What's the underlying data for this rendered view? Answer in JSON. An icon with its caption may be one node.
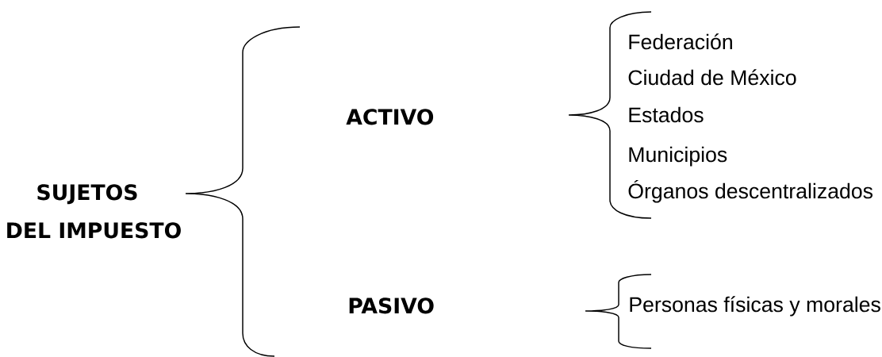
{
  "diagram": {
    "labels": [
      "SUJETOS",
      "DEL IMPUESTO",
      "ACTIVO",
      "Federación",
      "Ciudad de México",
      "Estados",
      "Municipios",
      "Órganos descentralizados",
      "PASIVO",
      "Personas físicas y morales"
    ]
  }
}
